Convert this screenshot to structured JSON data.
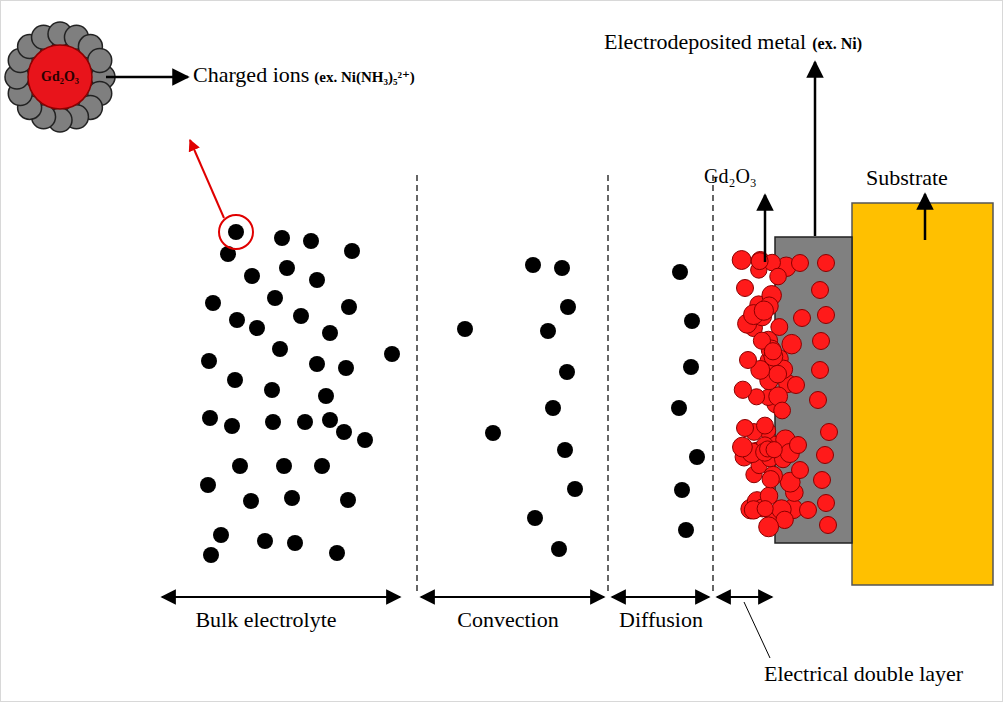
{
  "diagram": {
    "nodes": [
      {
        "text": [
          "Gd₂O₃"
        ]
      }
    ],
    "labels": [
      "Charged ions",
      "(ex. Ni(NH₃)₅²⁺)",
      "Electrodeposited metal",
      "(ex. Ni)",
      "Gd₂O₃",
      "Substrate",
      "Bulk electrolyte",
      "Convection",
      "Diffusion",
      "Electrical double layer"
    ]
  }
}
